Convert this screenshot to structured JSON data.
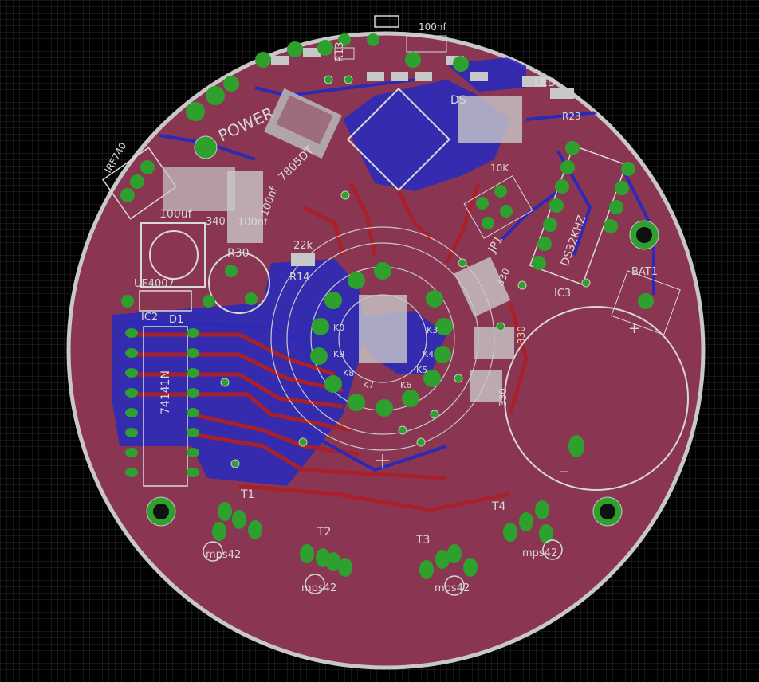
{
  "colors": {
    "background": "#000000",
    "grid": "#2a2a2a",
    "board_fill": "#8a3652",
    "board_outline": "#c8c8c8",
    "top_copper": "#a8202a",
    "bottom_copper": "#2a2ab8",
    "pad": "#2ea02e",
    "silkscreen": "#d8d8d8"
  },
  "labels": {
    "irf740": "IRF740",
    "power": "POWER",
    "r13": "R13",
    "c100nf_top": "100nf",
    "ic_regulator": "7805DT",
    "c100nf_left": "100nf",
    "c100uf": "100uf",
    "r340": "340",
    "c100nf_mid": "100nf",
    "r30": "R30",
    "r22k": "22k",
    "r14": "R14",
    "ue4007": "UE4007",
    "ic2": "IC2",
    "d1": "D1",
    "ic_74141": "74141N",
    "ds_chip": "DS",
    "r10k": "10K",
    "led": "LED",
    "r23": "R23",
    "ds32khz": "DS32KHZ",
    "ic3": "IC3",
    "jp1": "JP1",
    "bat1": "BAT1",
    "k0": "K0",
    "k9": "K9",
    "k8": "K8",
    "k7": "K7",
    "k6": "K6",
    "k5": "K5",
    "k4": "K4",
    "k3": "K3",
    "r330_a": "330",
    "r330_b": "330",
    "r330_c": "330",
    "t1": "T1",
    "t2": "T2",
    "t3": "T3",
    "t4": "T4",
    "mps42_1": "mps42",
    "mps42_2": "mps42",
    "mps42_3": "mps42",
    "mps42_4": "mps42",
    "bat_plus": "+",
    "bat_minus": "−"
  }
}
